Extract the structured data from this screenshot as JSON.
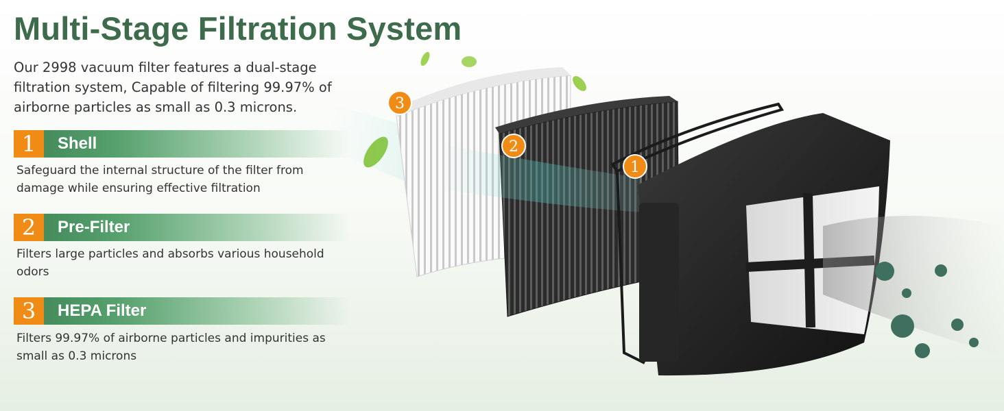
{
  "title": "Multi-Stage Filtration System",
  "intro": "Our 2998 vacuum filter features a dual-stage filtration system, Capable of filtering 99.97% of airborne particles as small as 0.3 microns.",
  "stages": [
    {
      "number": "1",
      "title": "Shell",
      "description": "Safeguard the internal structure of the filter from damage while ensuring effective filtration"
    },
    {
      "number": "2",
      "title": "Pre-Filter",
      "description": "Filters large particles and absorbs various household odors"
    },
    {
      "number": "3",
      "title": "HEPA Filter",
      "description": "Filters 99.97% of airborne particles and impurities as small as 0.3 microns"
    }
  ],
  "illustration": {
    "badges": [
      "3",
      "2",
      "1"
    ]
  },
  "colors": {
    "title": "#3e6b4c",
    "accent_orange": "#f08c16",
    "banner_green": "#4a9060",
    "airflow_teal": "#4fd0c8"
  }
}
